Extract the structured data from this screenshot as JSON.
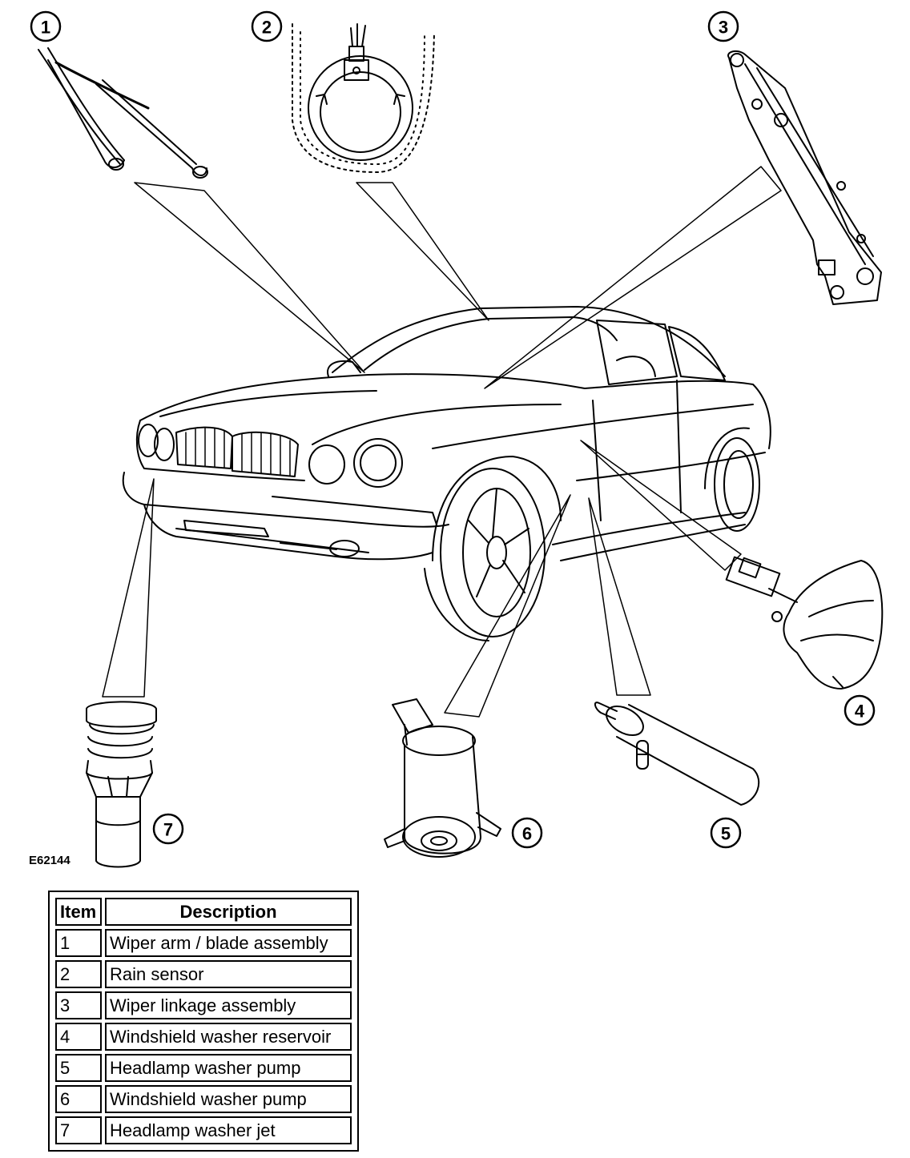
{
  "figure_code": "E62144",
  "callouts": [
    {
      "number": "1"
    },
    {
      "number": "2"
    },
    {
      "number": "3"
    },
    {
      "number": "4"
    },
    {
      "number": "5"
    },
    {
      "number": "6"
    },
    {
      "number": "7"
    }
  ],
  "legend": {
    "header_item": "Item",
    "header_description": "Description",
    "rows": [
      {
        "item": "1",
        "description": "Wiper arm / blade assembly"
      },
      {
        "item": "2",
        "description": "Rain sensor"
      },
      {
        "item": "3",
        "description": "Wiper linkage assembly"
      },
      {
        "item": "4",
        "description": "Windshield washer reservoir"
      },
      {
        "item": "5",
        "description": "Headlamp washer pump"
      },
      {
        "item": "6",
        "description": "Windshield washer pump"
      },
      {
        "item": "7",
        "description": "Headlamp washer jet"
      }
    ]
  }
}
